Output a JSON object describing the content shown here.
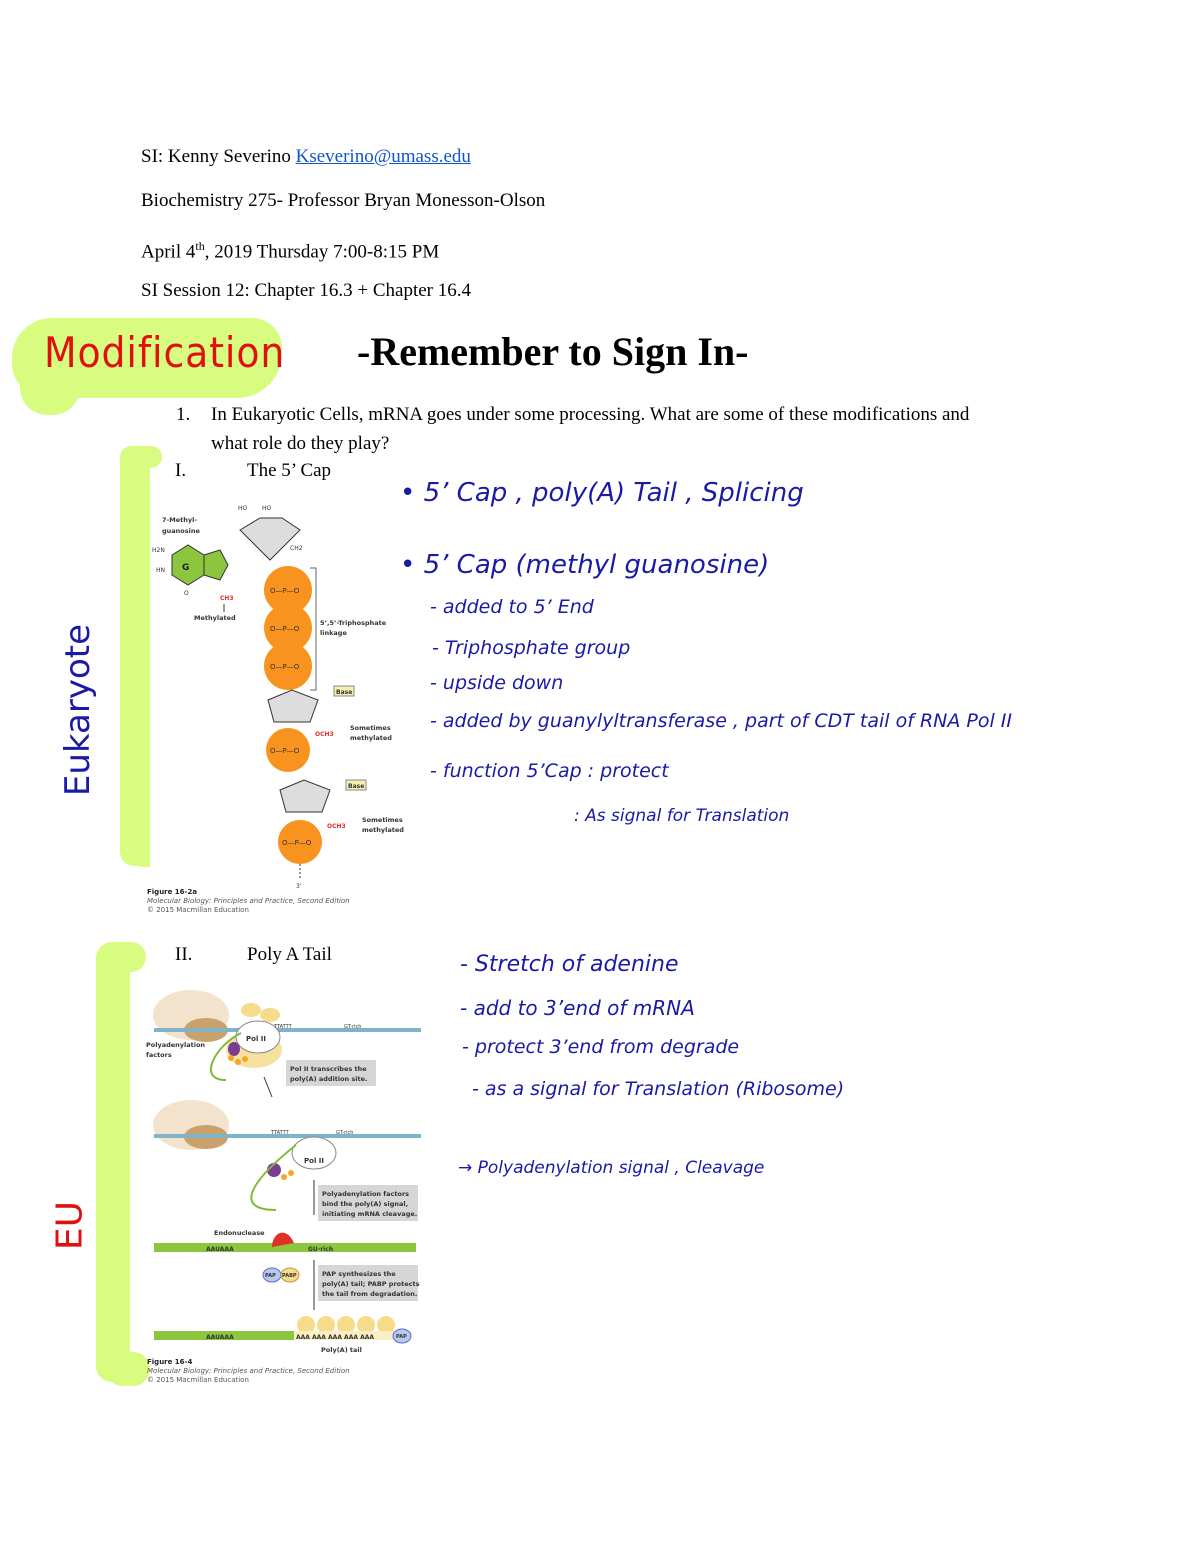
{
  "header": {
    "si_label": "SI: Kenny Severino ",
    "si_email": "Kseverino@umass.edu",
    "course": "Biochemistry 275- Professor Bryan Monesson-Olson",
    "date_prefix": "April 4",
    "date_sup": "th",
    "date_suffix": ", 2019 Thursday 7:00-8:15 PM",
    "session": "SI Session 12: Chapter 16.3 + Chapter 16.4"
  },
  "title": "-Remember to Sign In-",
  "question": {
    "number": "1.",
    "text": "In Eukaryotic Cells, mRNA goes under some processing. What are some of these modifications and what role do they play?"
  },
  "sections": [
    {
      "numeral": "I.",
      "heading": "The 5’ Cap",
      "figure": {
        "labels": {
          "methylguanosine": "7-Methyl-guanosine",
          "methylated": "Methylated",
          "triphosphate": "5’,5’-Triphosphate linkage",
          "sometimes1": "Sometimes methylated",
          "sometimes2": "Sometimes methylated",
          "base1": "Base",
          "base2": "Base",
          "ch3": "CH3",
          "three_prime": "3’"
        },
        "caption_title": "Figure 16-2a",
        "caption_source": "Molecular Biology: Principles and Practice, Second Edition",
        "caption_copyright": "© 2015 Macmillan Education"
      },
      "notes": [
        "• 5’ Cap , poly(A) Tail , Splicing",
        "• 5’ Cap (methyl guanosine)",
        "- added to 5’ End",
        "- Triphosphate group",
        "- upside down",
        "- added by guanylyltransferase , part of CDT tail of RNA Pol II",
        "- function 5’Cap : protect",
        ": As signal for Translation"
      ]
    },
    {
      "numeral": "II.",
      "heading": "Poly A Tail",
      "figure": {
        "labels": {
          "factors": "Polyadenylation factors",
          "pol2a": "Pol II",
          "pol2b": "Pol II",
          "ttattt1": "TTATTT",
          "gtrich1": "GT-rich",
          "ttattt2": "TTATTT",
          "gtrich2": "GT-rich",
          "step1": "Pol II transcribes the poly(A) addition site.",
          "step2": "Polyadenylation factors bind the poly(A) signal, initiating mRNA cleavage.",
          "endonuclease": "Endonuclease",
          "aauaaa1": "AAUAAA",
          "gurich": "GU-rich",
          "pap": "PAP",
          "pabp": "PABP",
          "step3": "PAP synthesizes the poly(A) tail; PABP protects the tail from degradation.",
          "aauaaa2": "AAUAAA",
          "aaa_tail": "AAA AAA AAA AAA AAA",
          "pap2": "PAP",
          "polya_tail": "Poly(A) tail"
        },
        "caption_title": "Figure 16-4",
        "caption_source": "Molecular Biology: Principles and Practice, Second Edition",
        "caption_copyright": "© 2015 Macmillan Education"
      },
      "notes": [
        "- Stretch of adenine",
        "- add to 3’end of mRNA",
        "- protect 3’end from degrade",
        "- as a signal for Translation (Ribosome)",
        "→ Polyadenylation signal , Cleavage"
      ]
    }
  ],
  "annotations": {
    "modification": "Modification",
    "eukaryote": "Eukaryote",
    "eu": "EU"
  },
  "colors": {
    "highlight": "#d8fc80",
    "ink_blue": "#1a1aa6",
    "ink_red": "#e01010",
    "link": "#1155cc",
    "phosphate_orange": "#f7931e"
  }
}
